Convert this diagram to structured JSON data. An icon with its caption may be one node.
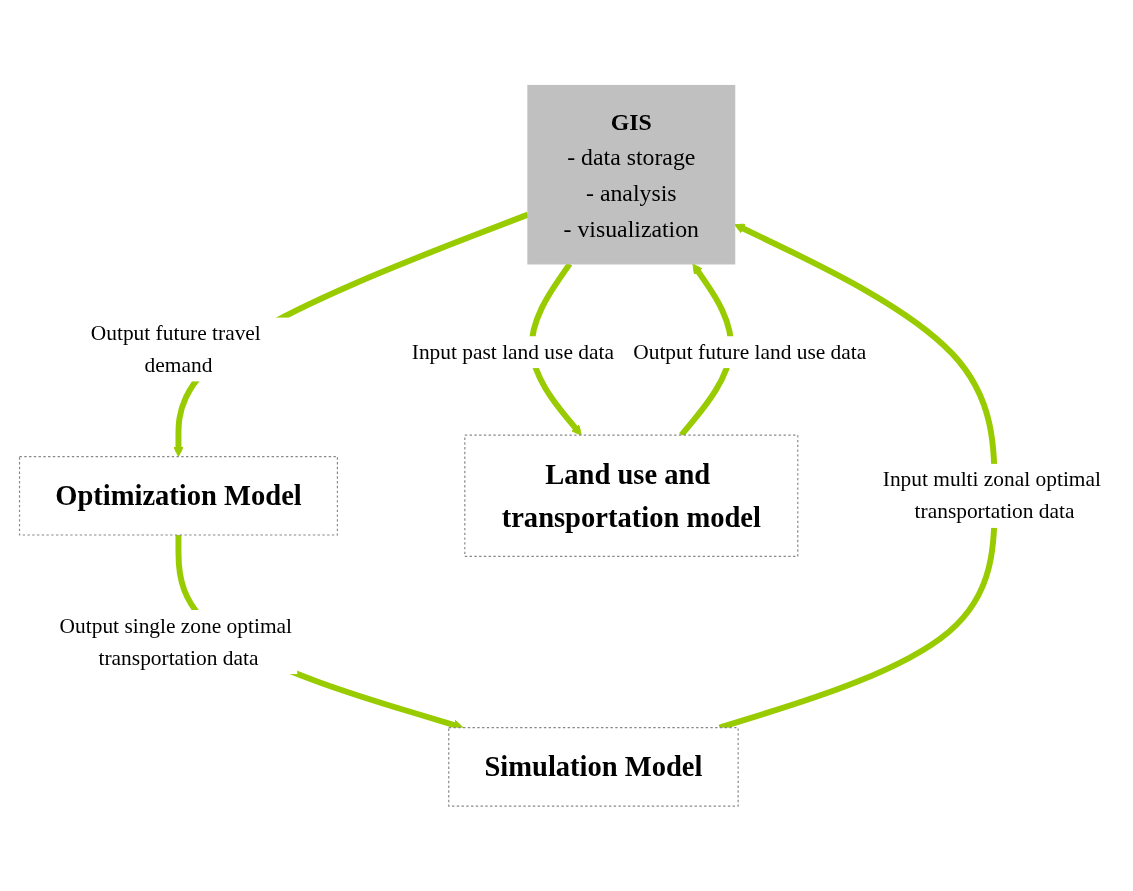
{
  "diagram": {
    "nodes": [
      {
        "text": [
          "GIS",
          "- data storage",
          "- analysis",
          "- visualization"
        ]
      },
      {
        "text": [
          "Simulation Model"
        ]
      },
      {
        "text": [
          "Optimization Model"
        ]
      },
      {
        "text": [
          "Land use and transportation model"
        ]
      }
    ],
    "edges": [
      {
        "from": 1,
        "to": 0,
        "arrow": "to",
        "label": "Input multi zonal optimal transportation data"
      },
      {
        "from": 0,
        "to": 2,
        "arrow": "to",
        "label": "Output future travel demand"
      },
      {
        "from": 2,
        "to": 1,
        "arrow": "to",
        "label": "Output single zone optimal transportation data"
      },
      {
        "from": 0,
        "to": 3,
        "arrow": "to",
        "label": "Input past land use data"
      },
      {
        "from": 3,
        "to": 0,
        "arrow": "to",
        "label": "Output future land use data"
      }
    ]
  }
}
